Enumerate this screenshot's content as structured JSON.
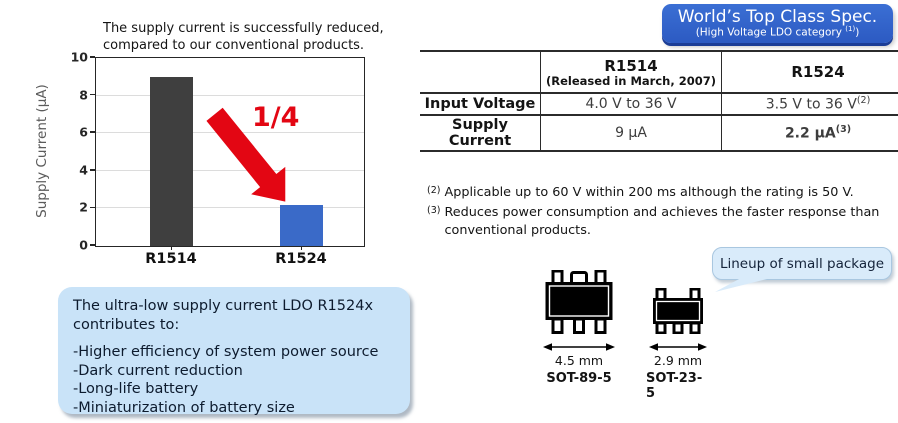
{
  "chart_section": {
    "caption_line1": "The supply current is successfully reduced,",
    "caption_line2": "compared to our conventional products."
  },
  "chart_data": {
    "type": "bar",
    "categories": [
      "R1514",
      "R1524"
    ],
    "values": [
      9,
      2.2
    ],
    "title": "",
    "xlabel": "",
    "ylabel": "Supply Current (µA)",
    "ylim": [
      0,
      10
    ],
    "yticks": [
      0,
      2,
      4,
      6,
      8,
      10
    ],
    "bar_colors": [
      "#3f3f3f",
      "#3a6ac8"
    ],
    "grid": "horizontal",
    "annotation": "1/4",
    "annotation_color": "#e30613"
  },
  "badge": {
    "title": "World’s Top Class Spec.",
    "subtitle_pre": "(High Voltage LDO category ",
    "subtitle_sup": "(1)",
    "subtitle_close": ")"
  },
  "table": {
    "columns": {
      "c1": {
        "name": "R1514",
        "sub": "(Released in March, 2007)"
      },
      "c2": {
        "name": "R1524",
        "sub": ""
      }
    },
    "rows": [
      {
        "label": "Input Voltage",
        "v1": "4.0 V to 36 V",
        "v2": "3.5 V to 36 V",
        "v2_sup": "(2)"
      },
      {
        "label": "Supply Current",
        "v1": "9 µA",
        "v2": "2.2 µA",
        "v2_sup": "(3)"
      }
    ]
  },
  "footnotes": [
    {
      "sup": "(2)",
      "text": "Applicable up to 60 V within 200 ms although the rating is 50 V."
    },
    {
      "sup": "(3)",
      "text": "Reduces power consumption and achieves the faster response than conventional products."
    }
  ],
  "benefits_box": {
    "intro_line1": "The ultra-low supply current LDO R1524x",
    "intro_line2": "contributes to:",
    "items": [
      "-Higher efficiency of system power source",
      "-Dark current reduction",
      "-Long-life battery",
      "-Miniaturization of battery size"
    ]
  },
  "packages": {
    "callout": "Lineup of small package",
    "items": [
      {
        "width_label": "4.5 mm",
        "name": "SOT-89-5"
      },
      {
        "width_label": "2.9 mm",
        "name": "SOT-23-5"
      }
    ]
  },
  "colors": {
    "accent_blue": "#2e5ec6",
    "bar_gray": "#3f3f3f",
    "bar_blue": "#3a6ac8",
    "highlight_red": "#d0021b",
    "arrow_red": "#e30613",
    "panel_light_blue": "#c9e3f8",
    "callout_light_blue": "#d9ebfa"
  }
}
